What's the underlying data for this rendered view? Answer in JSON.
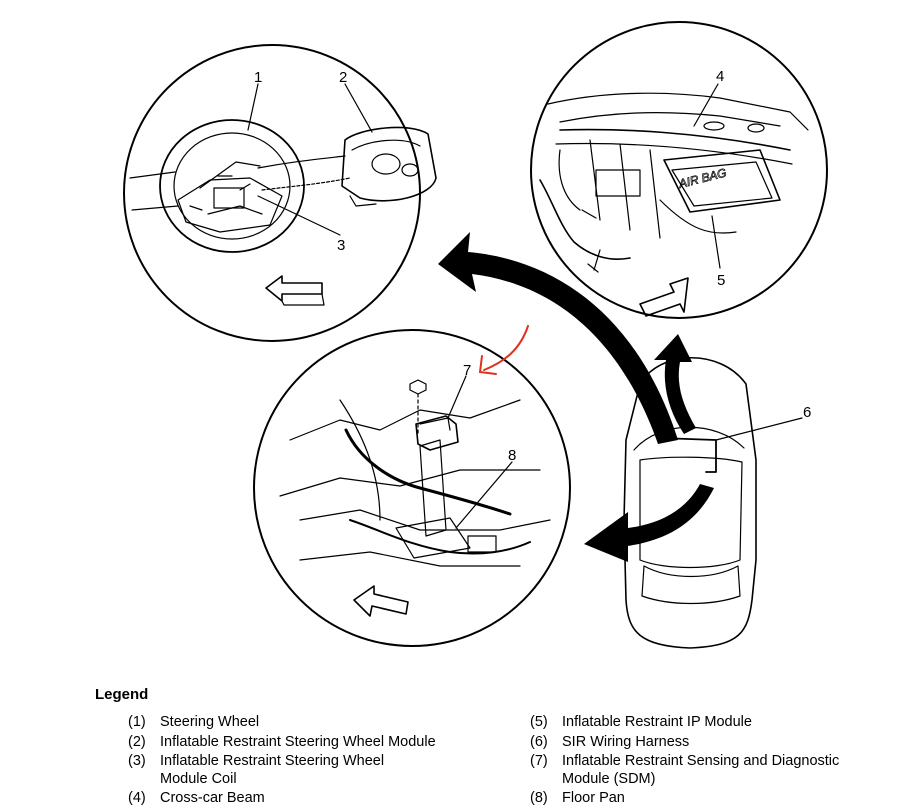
{
  "callouts": [
    "1",
    "2",
    "3",
    "4",
    "5",
    "6",
    "7",
    "8"
  ],
  "embedded_text": {
    "airbag_label": "AIR BAG"
  },
  "legend": {
    "title": "Legend",
    "left_items": [
      {
        "num": "(1)",
        "label": "Steering Wheel"
      },
      {
        "num": "(2)",
        "label": "Inflatable Restraint Steering Wheel Module"
      },
      {
        "num": "(3)",
        "label": "Inflatable Restraint Steering Wheel Module Coil"
      },
      {
        "num": "(4)",
        "label": "Cross-car Beam"
      }
    ],
    "right_items": [
      {
        "num": "(5)",
        "label": "Inflatable Restraint IP Module"
      },
      {
        "num": "(6)",
        "label": "SIR Wiring Harness"
      },
      {
        "num": "(7)",
        "label": "Inflatable Restraint Sensing and Diagnostic Module (SDM)"
      },
      {
        "num": "(8)",
        "label": "Floor Pan"
      }
    ]
  },
  "colors": {
    "line": "#000000",
    "annotation_arrow": "#e0301e",
    "background": "#ffffff"
  }
}
